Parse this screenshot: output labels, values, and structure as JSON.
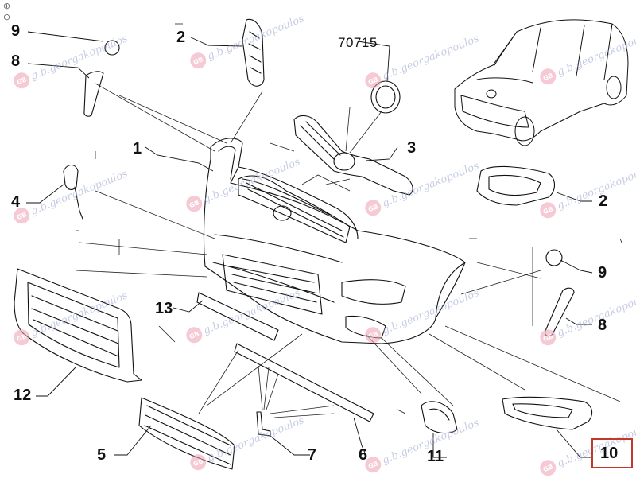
{
  "zoom": {
    "in_symbol": "⊕",
    "out_symbol": "⊖"
  },
  "callouts": [
    {
      "id": "lbl-9-top",
      "text": "9"
    },
    {
      "id": "lbl-8-top",
      "text": "8"
    },
    {
      "id": "lbl-2-top",
      "text": "2"
    },
    {
      "id": "lbl-1",
      "text": "1"
    },
    {
      "id": "lbl-3",
      "text": "3"
    },
    {
      "id": "lbl-4",
      "text": "4"
    },
    {
      "id": "lbl-2-right",
      "text": "2"
    },
    {
      "id": "lbl-13",
      "text": "13"
    },
    {
      "id": "lbl-9-right",
      "text": "9"
    },
    {
      "id": "lbl-8-right",
      "text": "8"
    },
    {
      "id": "lbl-12",
      "text": "12"
    },
    {
      "id": "lbl-5",
      "text": "5"
    },
    {
      "id": "lbl-7",
      "text": "7"
    },
    {
      "id": "lbl-6",
      "text": "6"
    },
    {
      "id": "lbl-11",
      "text": "11"
    },
    {
      "id": "lbl-10",
      "text": "10"
    }
  ],
  "part_number": "70715",
  "highlighted_callout": "10",
  "watermark": {
    "text": "g.b.georgakopoulos",
    "logo_text": "GB"
  },
  "colors": {
    "highlight_box": "#c0392b",
    "watermark_text": "#9aa4d0",
    "watermark_logo": "#f0a0b4"
  }
}
